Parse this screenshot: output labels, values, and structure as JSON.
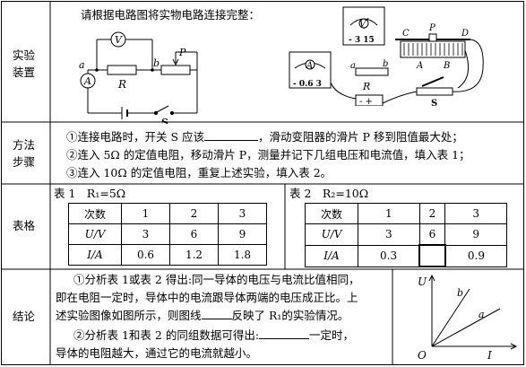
{
  "rows": {
    "apparatus": {
      "label_l1": "实验",
      "label_l2": "装置",
      "instruction": "请根据电路图将实物电路连接完整："
    },
    "method": {
      "label_l1": "方法",
      "label_l2": "步骤",
      "step1_a": "①连接电路时，开关 S 应该",
      "step1_b": "，滑动变阻器的滑片 P 移到阻值最大处；",
      "step2": "②连入 5Ω 的定值电阻，移动滑片 P，测量并记下几组电压和电流值，填入表 1；",
      "step3": "③连入 10Ω 的定值电阻，重复上述实验，填入表 2。"
    },
    "tables": {
      "label": "表格"
    },
    "conclusion": {
      "label": "结论",
      "c1_l1": "①分析表 1或表 2 得出:同一导体的电压与电流比值相同，",
      "c1_l2": "即在电阻一定时，导体中的电流跟导体两端的电压成正比。上",
      "c1_l3a": "述实验图像如图所示，则图线",
      "c1_l3b": "反映了 R₁的实验情况。",
      "c2_l1a": "②分析表 1和表 2 的同组数据可得出:",
      "c2_l1b": "一定时，",
      "c2_l2": "导体的电阻越大，通过它的电流就越小。"
    }
  },
  "table1": {
    "caption": "表 1　R₁=5Ω",
    "header": [
      "次数",
      "1",
      "2",
      "3"
    ],
    "rows": [
      {
        "label": "U/V",
        "values": [
          "3",
          "6",
          "9"
        ]
      },
      {
        "label": "I/A",
        "values": [
          "0.6",
          "1.2",
          "1.8"
        ]
      }
    ]
  },
  "table2": {
    "caption": "表 2　R₂=10Ω",
    "header": [
      "次数",
      "1",
      "2",
      "3"
    ],
    "rows": [
      {
        "label": "U/V",
        "values": [
          "3",
          "6",
          "9"
        ]
      },
      {
        "label": "I/A",
        "values": [
          "0.3",
          "",
          "0.9"
        ]
      }
    ]
  },
  "circuit": {
    "ammeter": "A",
    "voltmeter": "V",
    "resistor": "R",
    "rheostat": "P",
    "switch": "S",
    "point_a": "a",
    "point_b": "b"
  },
  "real_circuit": {
    "ammeter_terminals": "- 0.6 3",
    "voltmeter_terminals": "- 3 15",
    "rheostat_labels": [
      "C",
      "P",
      "D",
      "A",
      "B"
    ],
    "resistor": "R",
    "switch": "S",
    "battery": "- +",
    "point_a": "a",
    "point_b": "b"
  },
  "graph": {
    "y_axis": "U",
    "x_axis": "I",
    "origin": "O",
    "line_a": "a",
    "line_b": "b"
  }
}
